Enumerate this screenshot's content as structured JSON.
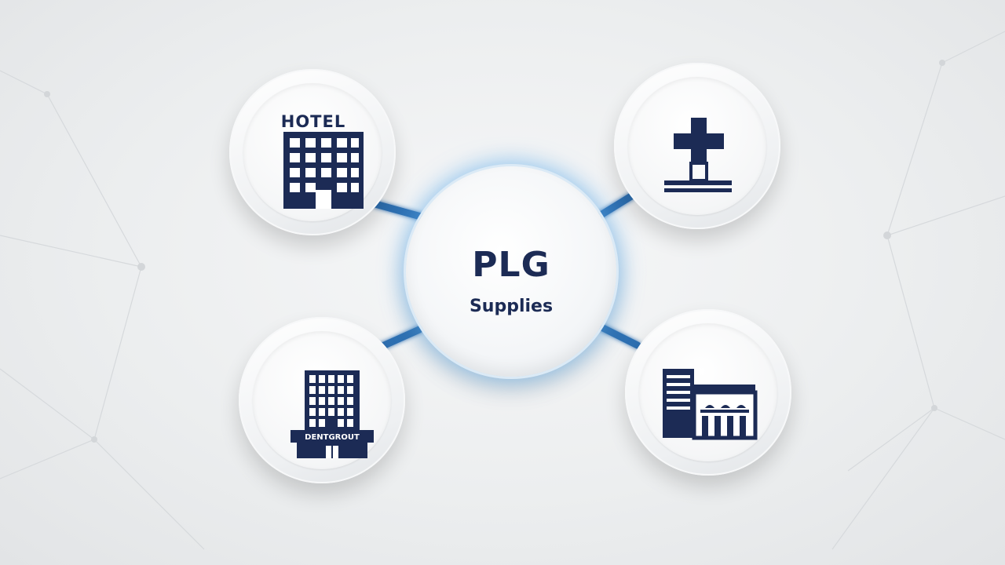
{
  "hub": {
    "title": "PLG",
    "subtitle": "Supplies"
  },
  "nodes": [
    {
      "id": "hotel",
      "icon": "hotel-building-icon",
      "label": "HOTEL"
    },
    {
      "id": "hospital",
      "icon": "medical-cross-icon"
    },
    {
      "id": "office",
      "icon": "office-building-icon",
      "sign": "DENTGROUT"
    },
    {
      "id": "shop",
      "icon": "storefront-building-icon"
    }
  ],
  "colors": {
    "icon": "#1c2b55",
    "glow": "#5aaaeb",
    "connector": "#2f6fb2"
  }
}
